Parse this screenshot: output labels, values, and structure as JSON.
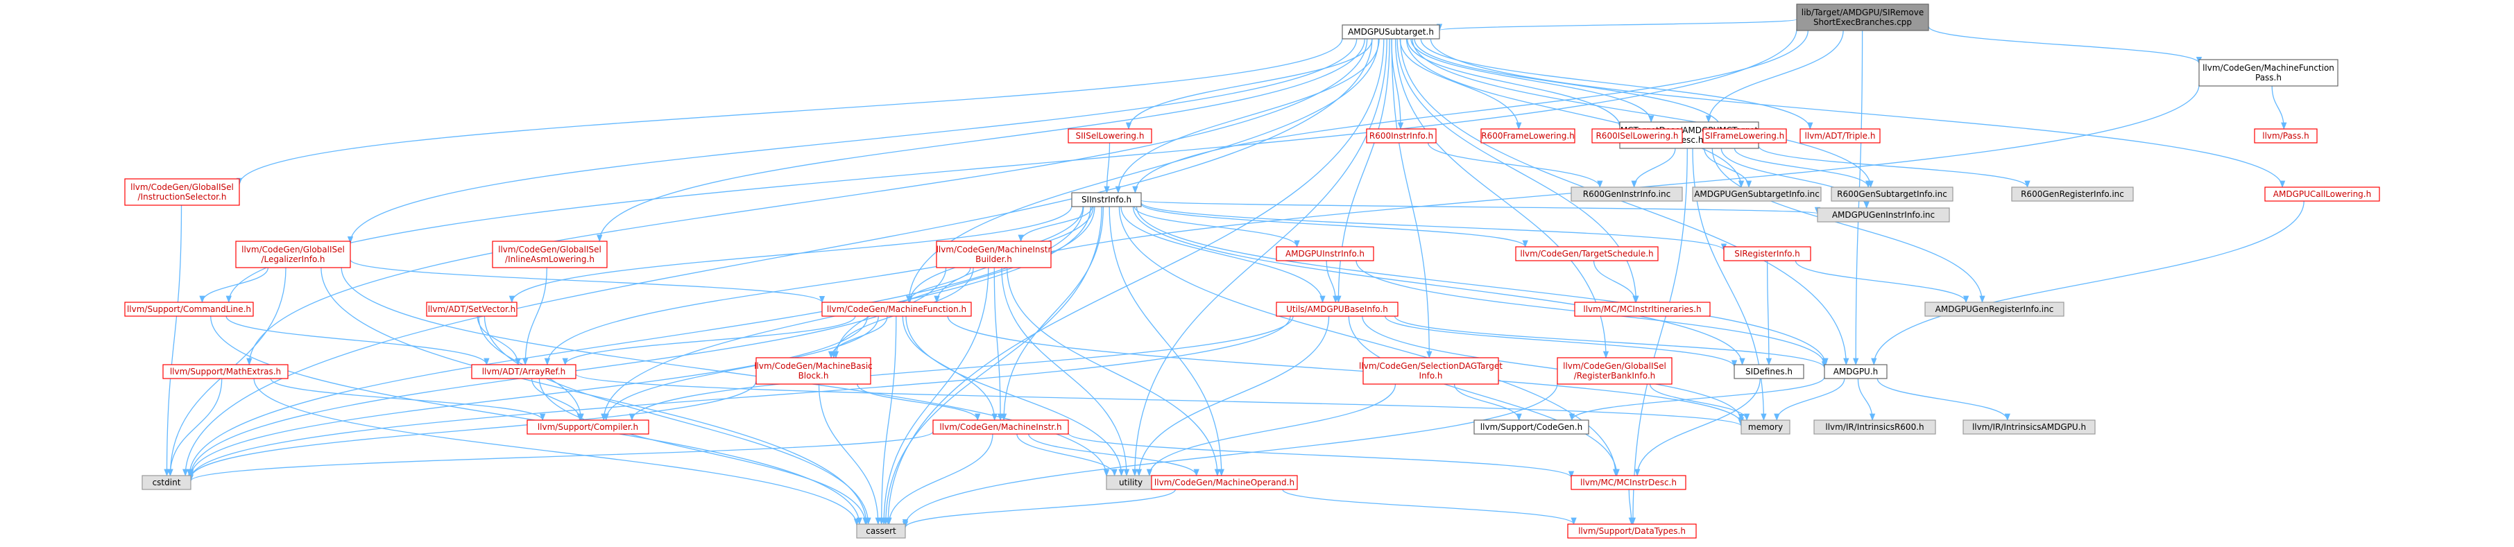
{
  "colors": {
    "edge": "#63b8ff",
    "root_fill": "#999999",
    "normal_fill": "#ffffff",
    "normal_stroke": "#666666",
    "link_stroke": "#ff0000",
    "link_text": "#cc0000",
    "gray_fill": "#e0e0e0",
    "gray_stroke": "#999999",
    "text": "#000000"
  },
  "nodes": {
    "root": [
      "lib/Target/AMDGPU/SIRemove",
      "ShortExecBranches.cpp"
    ],
    "amdgpu_subtarget": [
      "AMDGPUSubtarget.h"
    ],
    "mf_pass": [
      "llvm/CodeGen/MachineFunction",
      "Pass.h"
    ],
    "pass_h": [
      "llvm/Pass.h"
    ],
    "mctarget": [
      "MCTargetDesc/AMDGPUMCTarget",
      "Desc.h"
    ],
    "siisellowering": [
      "SIISelLowering.h"
    ],
    "r600instrinfo": [
      "R600InstrInfo.h"
    ],
    "r600framelowering": [
      "R600FrameLowering.h"
    ],
    "r600isellowering": [
      "R600ISelLowering.h"
    ],
    "siframelowering": [
      "SIFrameLowering.h"
    ],
    "triple": [
      "llvm/ADT/Triple.h"
    ],
    "gisel_instsel": [
      "llvm/CodeGen/GlobalISel",
      "/InstructionSelector.h"
    ],
    "siinstrinfo": [
      "SIInstrInfo.h"
    ],
    "r600geninstr": [
      "R600GenInstrInfo.inc"
    ],
    "amdgpugensubtarget": [
      "AMDGPUGenSubtargetInfo.inc"
    ],
    "r600gensubtarget": [
      "R600GenSubtargetInfo.inc"
    ],
    "r600genregister": [
      "R600GenRegisterInfo.inc"
    ],
    "amdgpucalllowering": [
      "AMDGPUCallLowering.h"
    ],
    "gisel_legalizer": [
      "llvm/CodeGen/GlobalISel",
      "/LegalizerInfo.h"
    ],
    "gisel_inlineasm": [
      "llvm/CodeGen/GlobalISel",
      "/InlineAsmLowering.h"
    ],
    "mi_builder": [
      "llvm/CodeGen/MachineInstr",
      "Builder.h"
    ],
    "amdgpuinstrinfo": [
      "AMDGPUInstrInfo.h"
    ],
    "targetschedule": [
      "llvm/CodeGen/TargetSchedule.h"
    ],
    "siregisterinfo": [
      "SIRegisterInfo.h"
    ],
    "amdgpugeninstr": [
      "AMDGPUGenInstrInfo.inc"
    ],
    "amdgpugenregister": [
      "AMDGPUGenRegisterInfo.inc"
    ],
    "mcinstritins": [
      "llvm/MC/MCInstrItineraries.h"
    ],
    "commandline": [
      "llvm/Support/CommandLine.h"
    ],
    "setvector": [
      "llvm/ADT/SetVector.h"
    ],
    "machinefunction": [
      "llvm/CodeGen/MachineFunction.h"
    ],
    "amdgpubaseinfo": [
      "Utils/AMDGPUBaseInfo.h"
    ],
    "mathextras": [
      "llvm/Support/MathExtras.h"
    ],
    "arrayref": [
      "llvm/ADT/ArrayRef.h"
    ],
    "mbb": [
      "llvm/CodeGen/MachineBasic",
      "Block.h"
    ],
    "seldagtarget": [
      "llvm/CodeGen/SelectionDAGTarget",
      "Info.h"
    ],
    "gisel_regbank": [
      "llvm/CodeGen/GlobalISel",
      "/RegisterBankInfo.h"
    ],
    "sidefines": [
      "SIDefines.h"
    ],
    "amdgpu_h": [
      "AMDGPU.h"
    ],
    "compiler": [
      "llvm/Support/Compiler.h"
    ],
    "machineinstr": [
      "llvm/CodeGen/MachineInstr.h"
    ],
    "codegen_h": [
      "llvm/Support/CodeGen.h"
    ],
    "memory": [
      "memory"
    ],
    "intr_r600": [
      "llvm/IR/IntrinsicsR600.h"
    ],
    "intr_amdgpu": [
      "llvm/IR/IntrinsicsAMDGPU.h"
    ],
    "cstdint": [
      "cstdint"
    ],
    "utility": [
      "utility"
    ],
    "machineoperand": [
      "llvm/CodeGen/MachineOperand.h"
    ],
    "mcinstrdesc": [
      "llvm/MC/MCInstrDesc.h"
    ],
    "cassert": [
      "cassert"
    ],
    "datatypes": [
      "llvm/Support/DataTypes.h"
    ]
  }
}
